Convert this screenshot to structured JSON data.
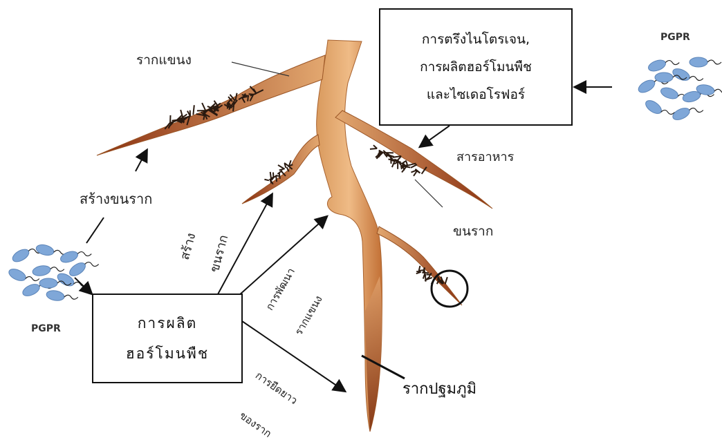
{
  "labels": {
    "lateral_root": "รากแขนง",
    "create_root_hair": "สร้างขนราก",
    "create_vertical_1": "สร้าง",
    "create_vertical_2": "ขนราก",
    "nutrients": "สารอาหาร",
    "root_hair": "ขนราก",
    "lateral_development_1": "การพัฒนา",
    "lateral_development_2": "รากแขนง",
    "elongation_1": "การยืดยาว",
    "elongation_2": "ของราก",
    "primary_root": "รากปฐมภูมิ"
  },
  "pgpr": {
    "top_right": "PGPR",
    "bottom_left": "PGPR"
  },
  "box_top": {
    "line1": "การตรึงไนโตรเจน,",
    "line2": "การผลิตฮอร์โมนพืช",
    "line3": "และไซเดอโรฟอร์"
  },
  "box_bottom": {
    "line1": "การผลิต",
    "line2": "ฮอร์โมนพืช"
  },
  "colors": {
    "root_light": "#e3a870",
    "root_mid": "#c87a42",
    "root_dark": "#8a3a14",
    "hair": "#2a1a10",
    "bacteria": "#7fa7d8",
    "bacteria_edge": "#5b84b8"
  }
}
